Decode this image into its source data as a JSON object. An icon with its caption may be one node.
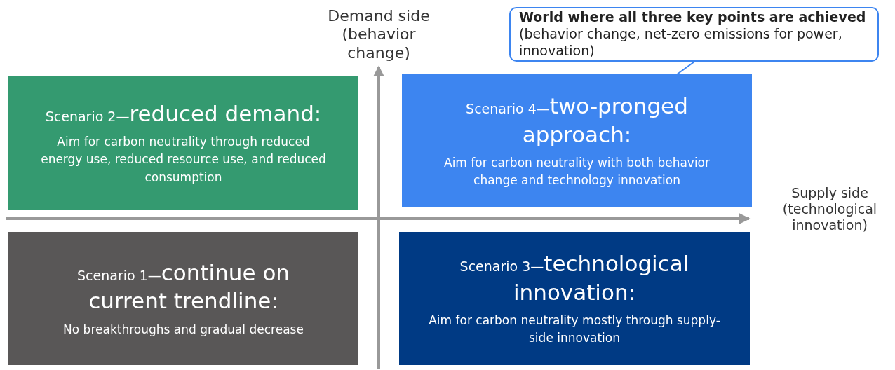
{
  "diagram": {
    "nodes": [
      {
        "text": [
          "**World where all three key points are achieved** (behavior change, net-zero emissions for power, innovation)"
        ]
      },
      {
        "text": [
          "Scenario 2—",
          "reduced demand:",
          "Aim for carbon neutrality through reduced energy use, reduced resource use, and reduced consumption"
        ]
      },
      {
        "text": [
          "Scenario 4—",
          "two-pronged approach:",
          "Aim for carbon neutrality with both behavior change and technology innovation"
        ]
      },
      {
        "text": [
          "Scenario 1—",
          "continue on current trendline:",
          "No breakthroughs and gradual decrease"
        ]
      },
      {
        "text": [
          "Scenario 3—",
          "technological innovation:",
          "Aim for carbon neutrality mostly through supply-side innovation"
        ]
      }
    ],
    "edges": [
      {
        "from": 0,
        "to": 2,
        "arrow": "none"
      }
    ],
    "labels": [
      "Demand side (behavior change)",
      "Supply side (technological innovation)"
    ]
  }
}
